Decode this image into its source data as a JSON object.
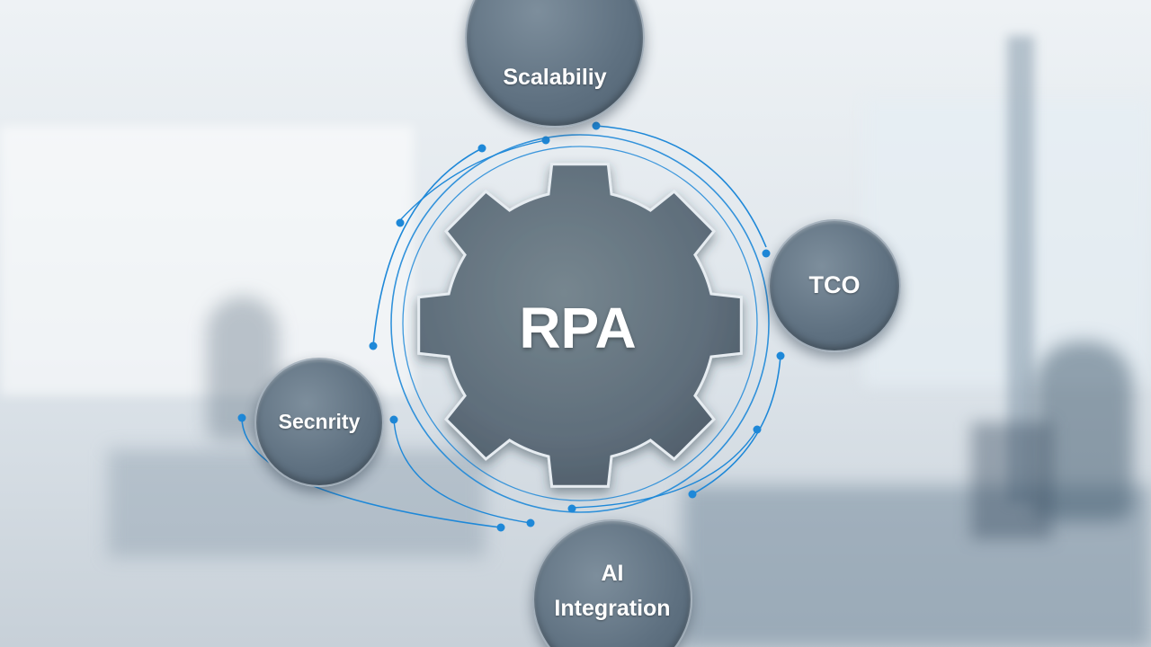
{
  "diagram": {
    "center": {
      "label": "RPA"
    },
    "nodes": [
      {
        "id": "scalability",
        "label": "Scalabiliy"
      },
      {
        "id": "tco",
        "label": "TCO"
      },
      {
        "id": "security",
        "label": "Secnrity"
      },
      {
        "id": "ai-integration",
        "label_line1": "AI",
        "label_line2": "Integration"
      }
    ],
    "colors": {
      "node_fill": "#5e7080",
      "gear_fill": "#5f6e7b",
      "connector": "#1e88d8",
      "background": "#dde4ea"
    }
  }
}
